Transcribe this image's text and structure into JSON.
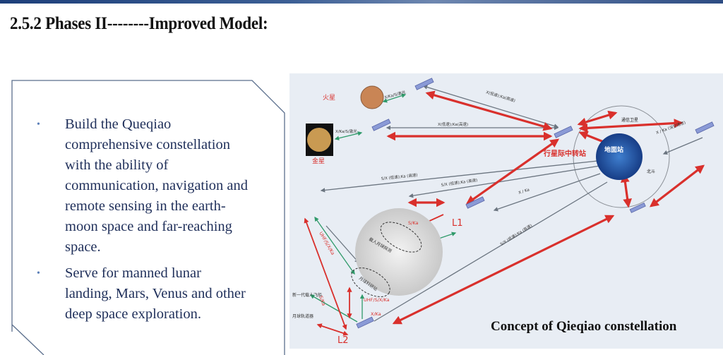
{
  "slide": {
    "title": "2.5.2 Phases II--------Improved Model:",
    "bullets": [
      "Build the Queqiao comprehensive constellation with the ability of communication, navigation and remote sensing in the earth-moon space and far-reaching space.",
      "Serve for manned lunar landing, Mars, Venus and other deep space exploration."
    ],
    "caption": "Concept of Qieqiao constellation"
  },
  "diagram": {
    "labels": {
      "mars": "火星",
      "venus": "金星",
      "relay": "行星际中转站",
      "ground_station": "地面站",
      "comm_sat": "通信卫星",
      "beidou": "北斗",
      "l1": "L1",
      "l2": "L2",
      "manned_lunar": "载人月球探测",
      "lunar_station": "月球科研站",
      "new_spacecraft": "新一代载人飞船",
      "lunar_orbiter": "月球轨道器"
    },
    "links": {
      "mars_link": "X/Ka/S/激光",
      "venus_link": "X/Ka/S/激光",
      "mars_relay": "X(低速);Ka(高速)",
      "venus_relay": "X(低速);Ka(高速)",
      "far1": "S/X (低速);Ka (高速)",
      "far2": "S/X (低速);Ka (高速)",
      "l1_link": "X / Ka",
      "deep": "X / Ka (深空通信)",
      "l2_earth": "S/X (低速);Ka (高速)",
      "moon_l1": "S/Ka",
      "moon_l2": "UHF/S/X/Ka",
      "l2_x": "X/Ka",
      "l2_side": "S/Ka",
      "uhf": "UHF/S/X/Ka"
    },
    "colors": {
      "relay_arrow": "#d9302c",
      "link": "#6b7580",
      "green_link": "#2f9a6a",
      "background": "#e8edf4"
    }
  }
}
